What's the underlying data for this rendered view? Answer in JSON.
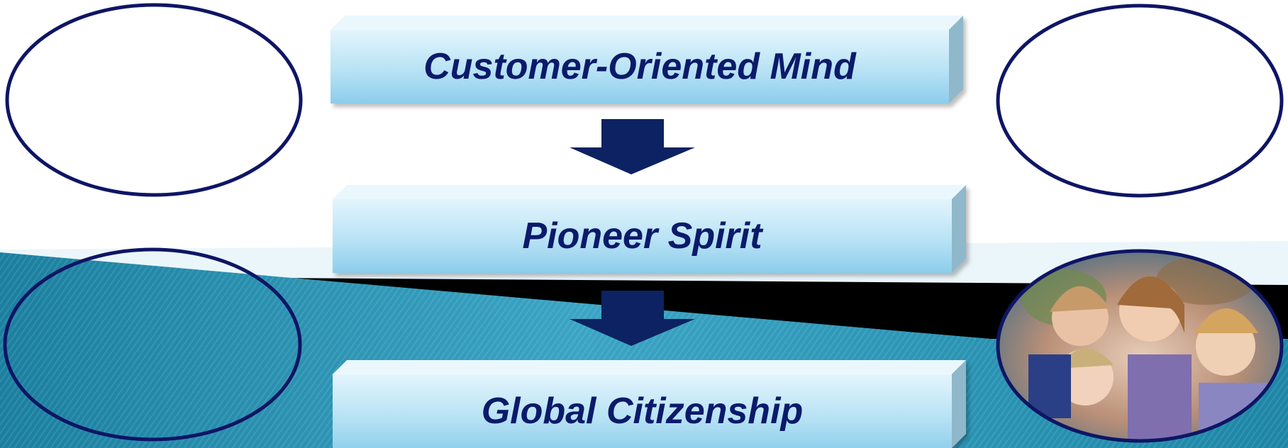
{
  "slide": {
    "boxes": [
      {
        "label": "Customer-Oriented Mind"
      },
      {
        "label": "Pioneer Spirit"
      },
      {
        "label": "Global Citizenship"
      }
    ],
    "ovals": [
      {
        "name": "oval-top-left",
        "content": "empty"
      },
      {
        "name": "oval-top-right",
        "content": "empty"
      },
      {
        "name": "oval-bottom-left",
        "content": "empty"
      },
      {
        "name": "oval-bottom-right",
        "content": "family-photo"
      }
    ]
  },
  "colors": {
    "oval_stroke": "#0e1565",
    "arrow": "#0c2262",
    "box_top": "#dcf2fc",
    "box_bottom": "#8fd0ec",
    "box_side": "#8fb8ca",
    "label_text": "#0b1a6a",
    "teal_band": "#2e98b8",
    "black_band": "#000000"
  }
}
